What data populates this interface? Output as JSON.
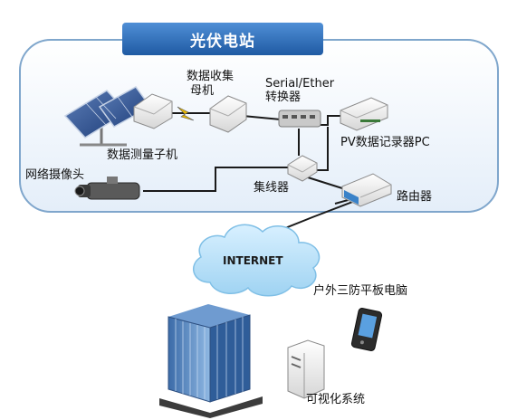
{
  "title": "光伏电站",
  "internet": "INTERNET",
  "devices": {
    "data_collector": {
      "line1": "数据收集",
      "line2": "母机"
    },
    "converter": {
      "line1": "Serial/Ether",
      "line2": "转换器"
    },
    "sub_unit": "数据测量子机",
    "pv_recorder": "PV数据记录器PC",
    "camera": "网络摄像头",
    "hub": "集线器",
    "router": "路由器",
    "tablet": "户外三防平板电脑",
    "visual_system": "可视化系统"
  },
  "colors": {
    "panel_border": "#7fa6cc",
    "panel_fill": "#eef4fb",
    "title_bar": "#2d6db5",
    "cloud_fill": "#b8e0f8",
    "line": "#1a1a1a"
  }
}
